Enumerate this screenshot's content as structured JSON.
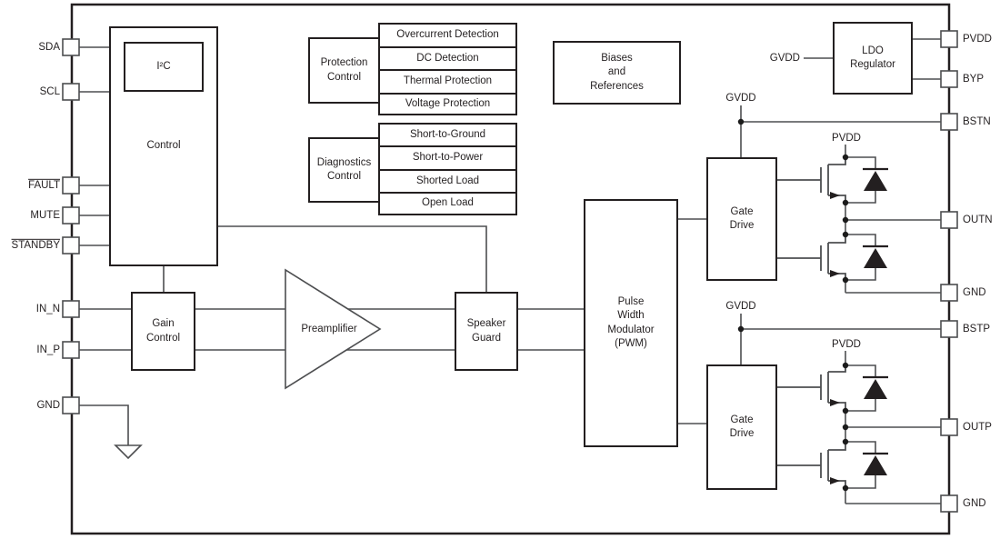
{
  "pins_left": [
    "SDA",
    "SCL",
    "FAULT",
    "MUTE",
    "STANDBY",
    "IN_N",
    "IN_P",
    "GND"
  ],
  "pins_right": [
    "PVDD",
    "BYP",
    "BSTN",
    "OUTN",
    "GND",
    "BSTP",
    "OUTP",
    "GND"
  ],
  "blocks": {
    "control": "Control",
    "i2c": "I²C",
    "protection_control": "Protection\nControl",
    "diagnostics_control": "Diagnostics\nControl",
    "biases": "Biases\nand\nReferences",
    "ldo": "LDO\nRegulator",
    "gain_control": "Gain\nControl",
    "preamplifier": "Preamplifier",
    "speaker_guard": "Speaker\nGuard",
    "pwm": "Pulse\nWidth\nModulator\n(PWM)",
    "gate_drive_n": "Gate\nDrive",
    "gate_drive_p": "Gate\nDrive"
  },
  "protection_items": [
    "Overcurrent Detection",
    "DC Detection",
    "Thermal Protection",
    "Voltage Protection"
  ],
  "diagnostics_items": [
    "Short-to-Ground",
    "Short-to-Power",
    "Shorted Load",
    "Open Load"
  ],
  "net_labels": {
    "gvdd_ldo": "GVDD",
    "gvdd_n": "GVDD",
    "gvdd_p": "GVDD",
    "pvdd_n": "PVDD",
    "pvdd_p": "PVDD"
  },
  "colors": {
    "wire": "#4d4e50",
    "border": "#231f20",
    "background": "#ffffff"
  }
}
